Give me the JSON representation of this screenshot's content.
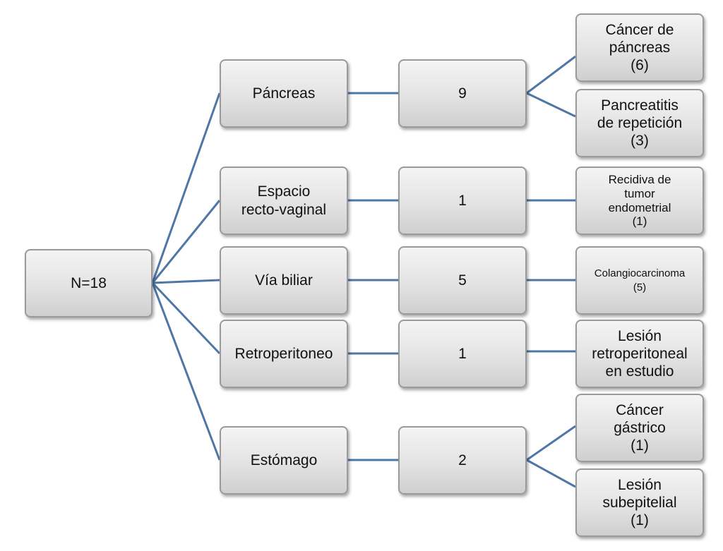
{
  "root": "N=18",
  "branches": [
    {
      "site": "Páncreas",
      "count": "9",
      "diagnoses": [
        "Cáncer de\npáncreas\n(6)",
        "Pancreatitis\nde repetición\n(3)"
      ]
    },
    {
      "site": "Espacio\nrecto-vaginal",
      "count": "1",
      "diagnoses": [
        "Recidiva de\ntumor\nendometrial\n(1)"
      ]
    },
    {
      "site": "Vía biliar",
      "count": "5",
      "diagnoses": [
        "Colangiocarcinoma\n(5)"
      ]
    },
    {
      "site": "Retroperitoneo",
      "count": "1",
      "diagnoses": [
        "Lesión\nretroperitoneal\nen estudio"
      ]
    },
    {
      "site": "Estómago",
      "count": "2",
      "diagnoses": [
        "Cáncer\ngástrico\n(1)",
        "Lesión\nsubepitelial\n(1)"
      ]
    }
  ],
  "colors": {
    "connector": "#4f77a6"
  }
}
